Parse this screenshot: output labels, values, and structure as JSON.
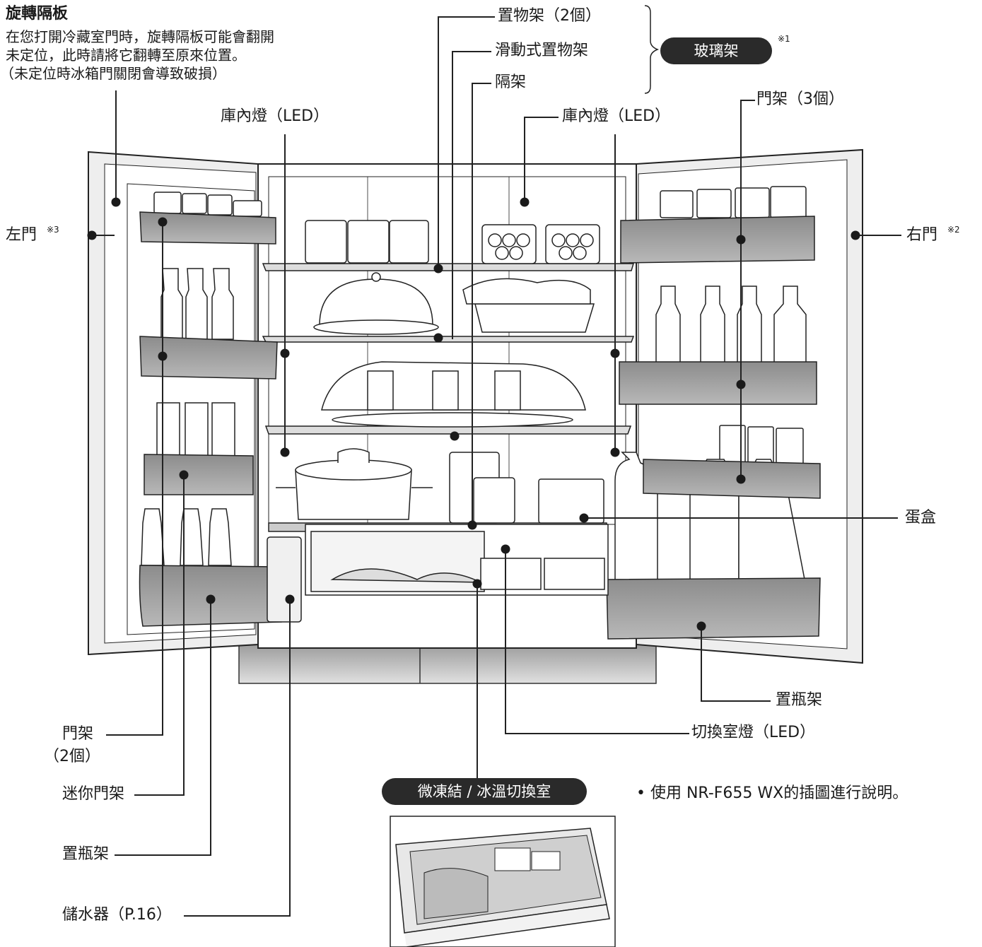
{
  "rotating_partition": {
    "title": "旋轉隔板",
    "lines": [
      "在您打開冷藏室門時，旋轉隔板可能會翻開",
      "未定位，此時請將它翻轉至原來位置。",
      "（未定位時冰箱門關閉會導致破損）"
    ]
  },
  "labels": {
    "shelf_2": "置物架（2個）",
    "sliding_shelf": "滑動式置物架",
    "partition_shelf": "隔架",
    "glass_shelf": "玻璃架",
    "glass_shelf_note": "※1",
    "door_shelf_3": "門架（3個）",
    "led_left": "庫內燈（LED）",
    "led_right": "庫內燈（LED）",
    "left_door": "左門",
    "left_door_note": "※3",
    "right_door": "右門",
    "right_door_note": "※2",
    "egg_box": "蛋盒",
    "bottle_rack_right": "置瓶架",
    "switch_room_led": "切換室燈（LED）",
    "door_shelf_2_line1": "門架",
    "door_shelf_2_line2": "（2個）",
    "mini_door_shelf": "迷你門架",
    "bottle_rack_left": "置瓶架",
    "water_tank": "儲水器（P.16）",
    "switch_room": "微凍結 / 冰溫切換室",
    "model_note": "• 使用 NR-F655 WX的插圖進行說明。"
  },
  "colors": {
    "line": "#1a1a1a",
    "door_shelf": "#9a9a9a",
    "pill_bg": "#2a2a2a"
  }
}
